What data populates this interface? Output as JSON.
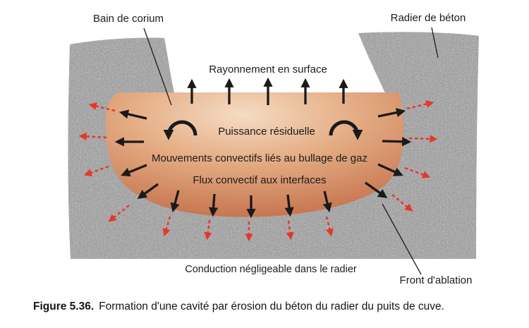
{
  "diagram": {
    "labels": {
      "bain_de_corium": "Bain de corium",
      "radier_de_beton": "Radier de béton",
      "rayonnement": "Rayonnement en surface",
      "puissance": "Puissance résiduelle",
      "mouvements": "Mouvements convectifs liés au bullage de gaz",
      "flux": "Flux convectif aux interfaces",
      "conduction": "Conduction négligeable dans le radier",
      "front_ablation": "Front d'ablation"
    },
    "colors": {
      "concrete": "#a9a9a9",
      "concrete_speckle_dark": "#8d8d8d",
      "concrete_speckle_light": "#c4c4c4",
      "pool_light": "#f5dcc3",
      "pool_mid": "#e4ac83",
      "pool_dark": "#c06a45",
      "arrow_black": "#1a1a1a",
      "arrow_red": "#e8352a",
      "conduction_text": "#e8503c"
    }
  },
  "caption": {
    "figure_label": "Figure 5.36.",
    "text": "Formation d'une cavité par érosion du béton du radier du puits de cuve."
  }
}
